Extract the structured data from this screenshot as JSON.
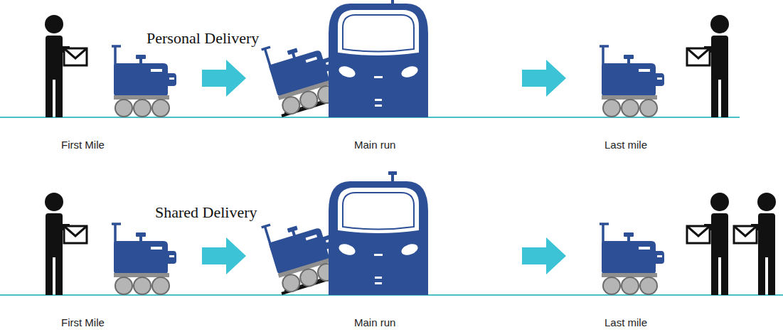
{
  "diagram": {
    "labels": [
      "Personal Delivery",
      "First Mile",
      "Main run",
      "Last mile",
      "Shared Delivery",
      "First Mile",
      "Main run",
      "Last mile"
    ]
  }
}
